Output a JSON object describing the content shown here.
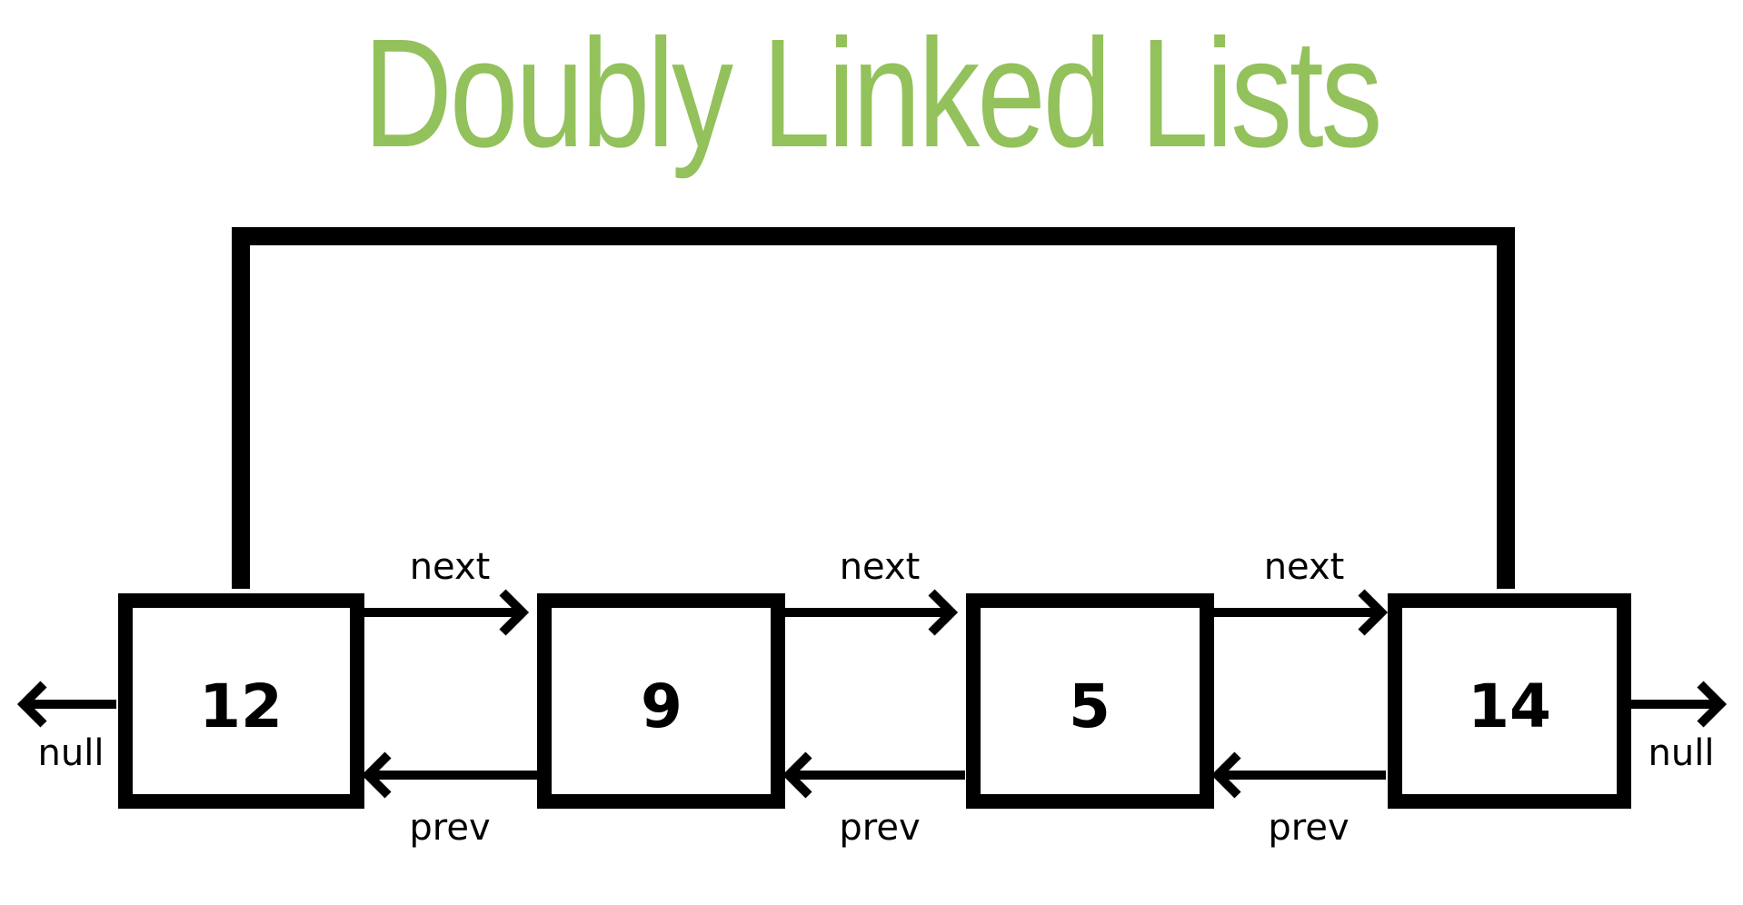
{
  "title": "Doubly Linked Lists",
  "colors": {
    "title": "#93c15b",
    "stroke": "#000000",
    "background": "#ffffff"
  },
  "nodes": [
    {
      "value": "12"
    },
    {
      "value": "9"
    },
    {
      "value": "5"
    },
    {
      "value": "14"
    }
  ],
  "links": {
    "next_label": "next",
    "prev_label": "prev",
    "null_left": "null",
    "null_right": "null"
  }
}
